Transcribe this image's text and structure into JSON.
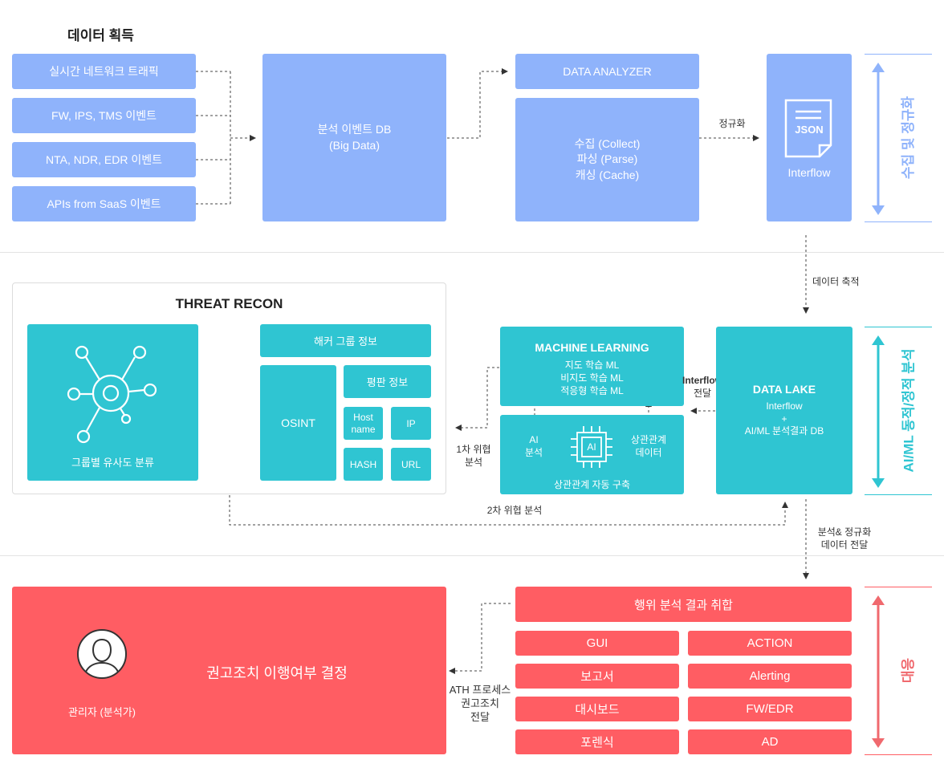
{
  "acquisition": {
    "title": "데이터 획득",
    "sources": [
      "실시간 네트워크 트래픽",
      "FW, IPS, TMS 이벤트",
      "NTA, NDR, EDR 이벤트",
      "APIs from SaaS 이벤트"
    ],
    "event_db": [
      "분석 이벤트 DB",
      "(Big Data)"
    ],
    "analyzer": "DATA ANALYZER",
    "process": [
      "수집 (Collect)",
      "파싱 (Parse)",
      "캐싱 (Cache)"
    ],
    "normalize_label": "정규화",
    "json_icon_text": "JSON",
    "interflow": "Interflow",
    "section_label": "수집 및 정규화"
  },
  "analysis": {
    "store_label": "데이터 축적",
    "threat_recon": {
      "title": "THREAT RECON",
      "group_label": "그룹별 유사도 분류",
      "hacker_info": "해커 그룹 정보",
      "osint": "OSINT",
      "reputation": "평판 정보",
      "hostname": [
        "Host",
        "name"
      ],
      "ip": "IP",
      "hash": "HASH",
      "url": "URL"
    },
    "first_threat": [
      "1차 위협",
      "분석"
    ],
    "second_threat": "2차 위협 분석",
    "ml": {
      "title": "MACHINE LEARNING",
      "lines": [
        "지도 학습 ML",
        "비지도 학습 ML",
        "적응형 학습 ML"
      ]
    },
    "ai_analysis": [
      "AI",
      "분석"
    ],
    "chip_text": "AI",
    "corr_data": [
      "상관관계",
      "데이터"
    ],
    "corr_auto": "상관관계 자동 구축",
    "interflow_transfer": [
      "Interflow",
      "전달"
    ],
    "lake": {
      "title": "DATA LAKE",
      "lines": [
        "Interflow",
        "+",
        "AI/ML 분석결과 DB"
      ]
    },
    "section_label": "AI/ML 동적/정적 분석"
  },
  "response": {
    "normalize_transfer": [
      "분석& 정규화",
      "데이터 전달"
    ],
    "collect": "행위 분석 결과 취합",
    "items_left": [
      "GUI",
      "보고서",
      "대시보드",
      "포렌식"
    ],
    "items_right": [
      "ACTION",
      "Alerting",
      "FW/EDR",
      "AD"
    ],
    "ath_transfer": [
      "ATH 프로세스",
      "권고조치",
      "전달"
    ],
    "decision": "권고조치 이행여부 결정",
    "admin": "관리자 (분석가)",
    "section_label": "대응"
  },
  "colors": {
    "blue": "#8fb3fb",
    "teal": "#2fc5d2",
    "red": "#ff5d63",
    "blue_arrow": "#8fb3fb",
    "teal_arrow": "#2fc5d2",
    "red_arrow": "#f0696e"
  }
}
